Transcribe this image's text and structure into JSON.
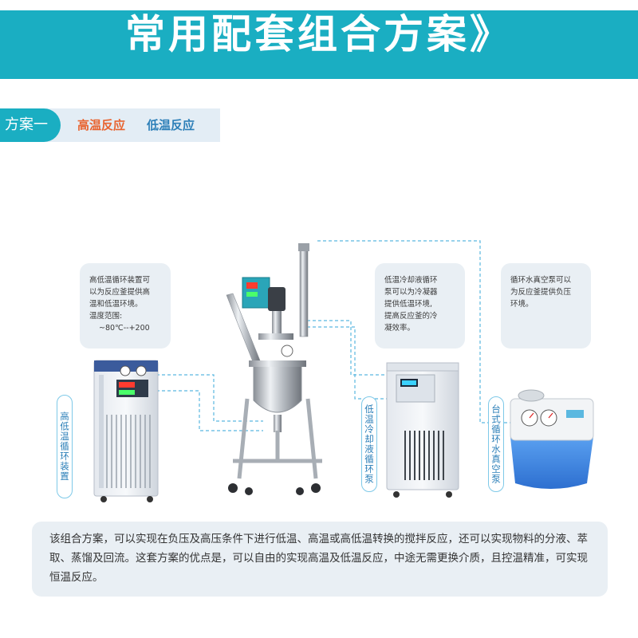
{
  "header": {
    "title": "常用配套组合方案》"
  },
  "scheme": {
    "tab_label": "方案一",
    "tags": [
      {
        "label": "高温反应",
        "color": "#e8632f"
      },
      {
        "label": "低温反应",
        "color": "#2c7fb8"
      }
    ]
  },
  "info_boxes": [
    {
      "lines": [
        "高低温循环装置可",
        "以为反应釜提供高",
        "温和低温环境。",
        "温度范围:",
        "~80℃--+200"
      ]
    },
    {
      "lines": [
        "低温冷却液循环",
        "泵可以为冷凝器",
        "提供低温环境,",
        "提高反应釜的冷",
        "凝效率。"
      ]
    },
    {
      "lines": [
        "循环水真空泵可以",
        "为反应釜提供负压",
        "环境。"
      ]
    }
  ],
  "equipment_labels": [
    "高低温循环装置",
    "低温冷却液循环泵",
    "台式循环水真空泵"
  ],
  "summary": {
    "text": "该组合方案，可以实现在负压及高压条件下进行低温、高温或高低温转换的搅拌反应，还可以实现物料的分液、萃取、蒸馏及回流。这套方案的优点是，可以自由的实现高温及低温反应，中途无需更换介质，且控温精准，可实现恒温反应。"
  },
  "colors": {
    "accent": "#1aaec2",
    "tab_bg": "#e3edf5",
    "box_bg": "#e9eff4",
    "dash": "#5bb8e0"
  }
}
